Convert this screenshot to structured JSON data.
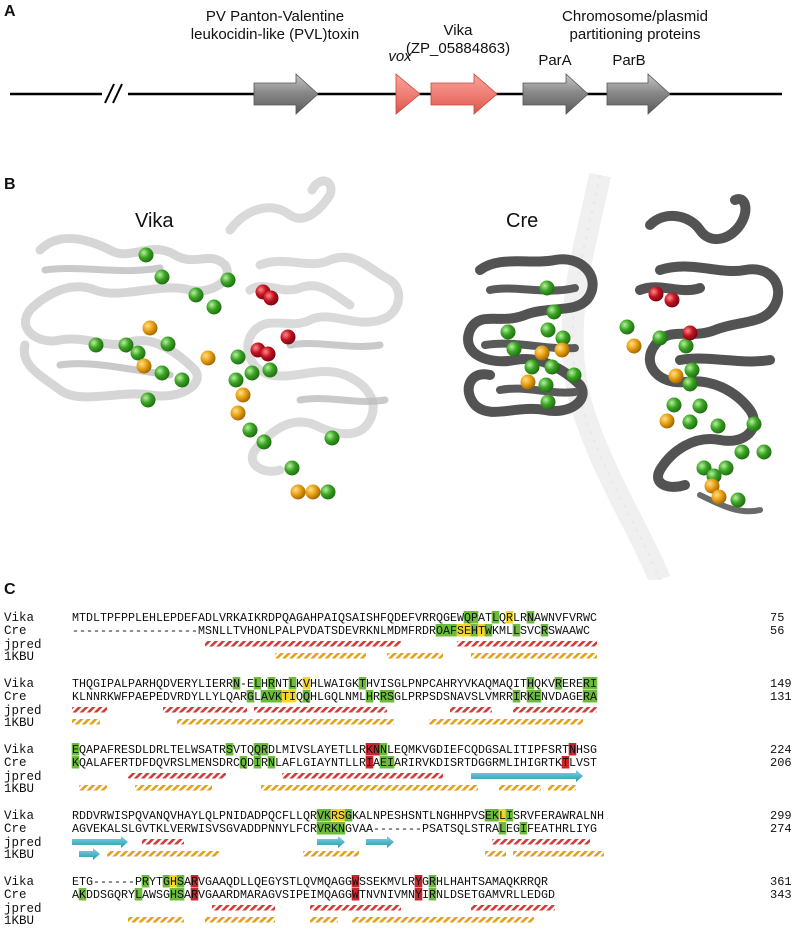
{
  "panels": {
    "a": "A",
    "b": "B",
    "c": "C"
  },
  "genome": {
    "pvl_label_line1": "PV Panton-Valentine",
    "pvl_label_line2": "leukocidin-like (PVL)toxin",
    "vox_label": "vox",
    "vika_label_line1": "Vika",
    "vika_label_line2": "(ZP_05884863)",
    "partition_label_line1": "Chromosome/plasmid",
    "partition_label_line2": "partitioning proteins",
    "para_label": "ParA",
    "parb_label": "ParB",
    "colors": {
      "gray_arrow": "#8a8a8a",
      "red_element": "#f07f75",
      "line": "#000000"
    }
  },
  "structures": {
    "left_title": "Vika",
    "right_title": "Cre",
    "sphere_colors": {
      "green": "#3aa324",
      "orange": "#e8a010",
      "red": "#c41020"
    }
  },
  "alignment": {
    "highlight_colors": {
      "green": "#6cbb3c",
      "yellow": "#f5d62a",
      "red": "#c8242c"
    },
    "blocks": [
      {
        "vika": "MTDLTPFPPLEHLEPDEFADLVRKAIKRDPQAGAHPAIQSAISHFQDEFVRRQGEWQPATLQRLRNAWNVFVRWC",
        "vika_end": "75",
        "cre": "------------------MSNLLTVHONLPALPVDATSDEVRKNLMDMFRDROAFSEHTWKMLLSVCRSWAAWC",
        "cre_end": "56",
        "vika_hl": [
          [
            56,
            2,
            "green"
          ],
          [
            60,
            1,
            "green"
          ],
          [
            62,
            1,
            "yellow"
          ],
          [
            65,
            1,
            "green"
          ]
        ],
        "cre_hl": [
          [
            52,
            3,
            "green"
          ],
          [
            55,
            2,
            "yellow"
          ],
          [
            57,
            1,
            "green"
          ],
          [
            58,
            1,
            "yellow"
          ],
          [
            59,
            1,
            "green"
          ],
          [
            63,
            1,
            "green"
          ],
          [
            67,
            1,
            "green"
          ]
        ],
        "jpred": [
          [
            19,
            28,
            "helix"
          ],
          [
            55,
            20,
            "helix"
          ]
        ],
        "kbu": [
          [
            29,
            13,
            "helix"
          ],
          [
            45,
            8,
            "helix"
          ],
          [
            57,
            18,
            "helix"
          ]
        ]
      },
      {
        "vika": "THQGIPALPARHQDVERYLIERRN-ELHRNTLKVHLWAIGKTHVISGLPNPCAHRYVKAQMAQITHQKVRERERI",
        "vika_end": "149",
        "cre": "KLNNRKWFPAEPEDVRDYLLYLQARGLAVKTIQQHLGQLNMLHRRSGLPRPSDSNAVSLVMRRIRKENVDAGERA",
        "cre_end": "131",
        "vika_hl": [
          [
            23,
            1,
            "green"
          ],
          [
            26,
            1,
            "green"
          ],
          [
            28,
            1,
            "green"
          ],
          [
            31,
            1,
            "green"
          ],
          [
            33,
            1,
            "yellow"
          ],
          [
            41,
            1,
            "green"
          ],
          [
            65,
            1,
            "green"
          ],
          [
            69,
            1,
            "green"
          ],
          [
            73,
            2,
            "green"
          ]
        ],
        "cre_hl": [
          [
            25,
            1,
            "green"
          ],
          [
            27,
            3,
            "green"
          ],
          [
            30,
            2,
            "yellow"
          ],
          [
            33,
            1,
            "green"
          ],
          [
            42,
            1,
            "green"
          ],
          [
            44,
            2,
            "green"
          ],
          [
            63,
            1,
            "green"
          ],
          [
            65,
            2,
            "green"
          ],
          [
            73,
            2,
            "green"
          ]
        ],
        "jpred": [
          [
            0,
            5,
            "helix"
          ],
          [
            13,
            12,
            "helix"
          ],
          [
            26,
            19,
            "helix"
          ],
          [
            54,
            6,
            "helix"
          ],
          [
            63,
            12,
            "helix"
          ]
        ],
        "kbu": [
          [
            0,
            4,
            "helix"
          ],
          [
            15,
            31,
            "helix"
          ],
          [
            51,
            22,
            "helix"
          ]
        ]
      },
      {
        "vika": "EQAPAFRESDLDRLTELWSATRSVTQQRDLMIVSLAYETLLRKNNLEQMKVGDIEFCQDGSALITIPFSRTNHSG",
        "vika_end": "224",
        "cre": "KQALAFERTDFDQVRSLMENSDRCQDIRNLAFLGIAYNTLLRIAEIARIRVKDISRTDGGRMLIHIGRTKTLVST",
        "cre_end": "206",
        "vika_hl": [
          [
            0,
            1,
            "green"
          ],
          [
            22,
            1,
            "green"
          ],
          [
            26,
            2,
            "green"
          ],
          [
            42,
            2,
            "red"
          ],
          [
            44,
            1,
            "green"
          ],
          [
            71,
            1,
            "red"
          ]
        ],
        "cre_hl": [
          [
            0,
            1,
            "green"
          ],
          [
            24,
            1,
            "green"
          ],
          [
            26,
            1,
            "green"
          ],
          [
            28,
            1,
            "green"
          ],
          [
            42,
            1,
            "red"
          ],
          [
            44,
            2,
            "green"
          ],
          [
            70,
            1,
            "red"
          ]
        ],
        "jpred": [
          [
            8,
            14,
            "helix"
          ],
          [
            30,
            23,
            "helix"
          ],
          [
            57,
            16,
            "strand"
          ]
        ],
        "kbu": [
          [
            1,
            4,
            "helix"
          ],
          [
            9,
            11,
            "helix"
          ],
          [
            27,
            31,
            "helix"
          ],
          [
            61,
            6,
            "helix"
          ],
          [
            68,
            4,
            "helix"
          ]
        ]
      },
      {
        "vika": "RDDVRWISPQVANQVHAYLQLPNIDADPQCFLLQRVKRSGKALNPESHSNTLNGHHPVSEKLISRVFERAWRALNH",
        "vika_end": "299",
        "cre": "AGVEKALSLGVTKLVERWISVSGVADDPNNYLFCRVRKNGVAA-------PSATSQLSTRALEGIFEATHRLIYG",
        "cre_end": "274",
        "vika_hl": [
          [
            35,
            2,
            "green"
          ],
          [
            37,
            2,
            "yellow"
          ],
          [
            39,
            1,
            "green"
          ],
          [
            59,
            2,
            "green"
          ],
          [
            61,
            1,
            "yellow"
          ],
          [
            62,
            1,
            "green"
          ]
        ],
        "cre_hl": [
          [
            35,
            4,
            "green"
          ],
          [
            61,
            1,
            "green"
          ],
          [
            64,
            1,
            "green"
          ]
        ],
        "jpred": [
          [
            0,
            8,
            "strand"
          ],
          [
            10,
            6,
            "helix"
          ],
          [
            35,
            4,
            "strand"
          ],
          [
            42,
            4,
            "strand"
          ],
          [
            60,
            14,
            "helix"
          ]
        ],
        "kbu": [
          [
            1,
            3,
            "strand"
          ],
          [
            5,
            16,
            "helix"
          ],
          [
            33,
            8,
            "helix"
          ],
          [
            59,
            3,
            "helix"
          ],
          [
            63,
            13,
            "helix"
          ]
        ]
      },
      {
        "vika": "ETG------PRYTGHSARVGAAQDLLQEGYSTLQVMQAGGWSSEKMVLRYGRHLHAHTSAMAQKRRQR",
        "vika_end": "361",
        "cre": "AKDDSGQRYLAWSGHSARVGAARDMARAGVSIPEIMQAGGWTNVNIVMNYIRNLDSETGAMVRLLEDGD",
        "cre_end": "343",
        "vika_hl": [
          [
            10,
            1,
            "green"
          ],
          [
            13,
            1,
            "green"
          ],
          [
            14,
            1,
            "yellow"
          ],
          [
            15,
            1,
            "green"
          ],
          [
            17,
            1,
            "red"
          ],
          [
            40,
            1,
            "red"
          ],
          [
            49,
            1,
            "red"
          ],
          [
            51,
            1,
            "green"
          ]
        ],
        "cre_hl": [
          [
            1,
            1,
            "green"
          ],
          [
            9,
            1,
            "green"
          ],
          [
            14,
            2,
            "green"
          ],
          [
            17,
            1,
            "red"
          ],
          [
            40,
            1,
            "red"
          ],
          [
            49,
            1,
            "red"
          ],
          [
            51,
            1,
            "green"
          ]
        ],
        "jpred": [
          [
            20,
            9,
            "helix"
          ],
          [
            34,
            13,
            "helix"
          ],
          [
            57,
            12,
            "helix"
          ]
        ],
        "kbu": [
          [
            8,
            8,
            "helix"
          ],
          [
            19,
            10,
            "helix"
          ],
          [
            34,
            4,
            "helix"
          ],
          [
            40,
            26,
            "helix"
          ]
        ]
      }
    ],
    "row_labels": {
      "vika": "Vika",
      "cre": "Cre",
      "jpred": "jpred",
      "kbu": "1KBU"
    }
  }
}
